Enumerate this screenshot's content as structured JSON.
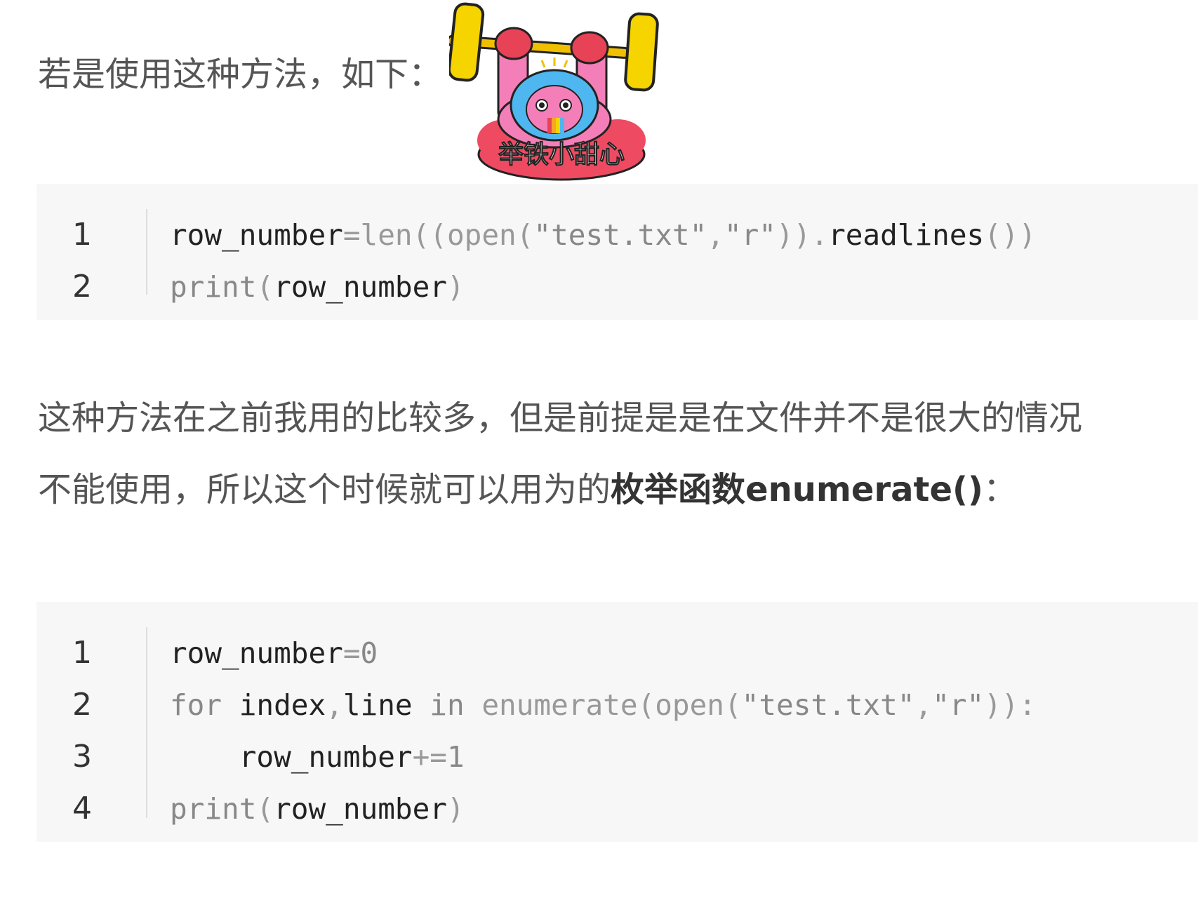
{
  "paragraph1": "若是使用这种方法，如下：",
  "paragraph2": "这种方法在之前我用的比较多，但是前提是是在文件并不是很大的情况",
  "paragraph3": {
    "prefix": "不能使用，所以这个时候就可以用为的",
    "bold": "枚举函数enumerate()",
    "suffix": "："
  },
  "sticker_text": "举铁小甜心",
  "code_block_1": {
    "line_numbers": [
      "1",
      "2"
    ],
    "lines": [
      [
        {
          "t": "row_number",
          "c": "id"
        },
        {
          "t": "=",
          "c": "op"
        },
        {
          "t": "len",
          "c": "fn"
        },
        {
          "t": "((",
          "c": "op"
        },
        {
          "t": "open",
          "c": "fn"
        },
        {
          "t": "(",
          "c": "op"
        },
        {
          "t": "\"test.txt\"",
          "c": "str"
        },
        {
          "t": ",",
          "c": "op"
        },
        {
          "t": "\"r\"",
          "c": "str"
        },
        {
          "t": ")).",
          "c": "op"
        },
        {
          "t": "readlines",
          "c": "id"
        },
        {
          "t": "())",
          "c": "op"
        }
      ],
      [
        {
          "t": "print",
          "c": "kw"
        },
        {
          "t": "(",
          "c": "op"
        },
        {
          "t": "row_number",
          "c": "id"
        },
        {
          "t": ")",
          "c": "op"
        }
      ]
    ]
  },
  "code_block_2": {
    "line_numbers": [
      "1",
      "2",
      "3",
      "4"
    ],
    "lines": [
      [
        {
          "t": "row_number",
          "c": "id"
        },
        {
          "t": "=",
          "c": "op"
        },
        {
          "t": "0",
          "c": "num"
        }
      ],
      [
        {
          "t": "for",
          "c": "kw"
        },
        {
          "t": " ",
          "c": "op"
        },
        {
          "t": "index",
          "c": "id"
        },
        {
          "t": ",",
          "c": "op"
        },
        {
          "t": "line",
          "c": "id"
        },
        {
          "t": " ",
          "c": "op"
        },
        {
          "t": "in",
          "c": "kw"
        },
        {
          "t": " ",
          "c": "op"
        },
        {
          "t": "enumerate",
          "c": "fn"
        },
        {
          "t": "(",
          "c": "op"
        },
        {
          "t": "open",
          "c": "fn"
        },
        {
          "t": "(",
          "c": "op"
        },
        {
          "t": "\"test.txt\"",
          "c": "str"
        },
        {
          "t": ",",
          "c": "op"
        },
        {
          "t": "\"r\"",
          "c": "str"
        },
        {
          "t": ")):",
          "c": "op"
        }
      ],
      [
        {
          "t": "    ",
          "c": "op"
        },
        {
          "t": "row_number",
          "c": "id"
        },
        {
          "t": "+=",
          "c": "op"
        },
        {
          "t": "1",
          "c": "num"
        }
      ],
      [
        {
          "t": "print",
          "c": "kw"
        },
        {
          "t": "(",
          "c": "op"
        },
        {
          "t": "row_number",
          "c": "id"
        },
        {
          "t": ")",
          "c": "op"
        }
      ]
    ]
  }
}
